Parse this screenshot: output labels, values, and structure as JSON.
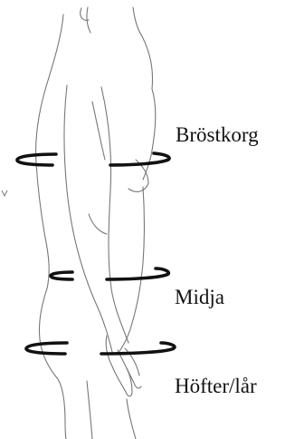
{
  "labels": {
    "chest": "Bröstkorg",
    "waist": "Midja",
    "hips": "Höfter/lår"
  },
  "colors": {
    "outline": "#777777",
    "measure_band": "#111111",
    "text": "#111111",
    "background": "#ffffff"
  }
}
